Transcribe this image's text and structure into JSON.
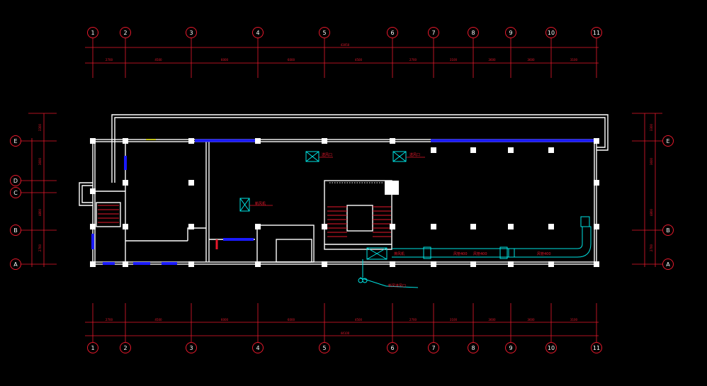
{
  "drawing": {
    "background": "#000000",
    "colors": {
      "axis_red": "#e8192c",
      "wall_white": "#ffffff",
      "window_blue": "#1a1aff",
      "equipment_cyan": "#00e5e5",
      "accent_yellow": "#e0e000"
    },
    "axes_columns": [
      "1",
      "2",
      "3",
      "4",
      "5",
      "6",
      "7",
      "8",
      "9",
      "10",
      "11"
    ],
    "axes_rows": [
      "E",
      "D",
      "C",
      "B",
      "A"
    ],
    "dims_top_total": "43050",
    "dims_top": [
      "2700",
      "4500",
      "6000",
      "6000",
      "4500",
      "2700",
      "3100",
      "3600",
      "3600",
      "3100"
    ],
    "dims_bottom_total": "44100",
    "dims_bottom": [
      "2700",
      "4500",
      "6000",
      "6000",
      "4500",
      "2700",
      "3100",
      "3600",
      "3600",
      "3100"
    ],
    "dims_left": [
      "3300",
      "3600",
      "4800",
      "2700"
    ],
    "dims_right": [
      "3300",
      "3600",
      "4800",
      "2700"
    ],
    "equipment_labels": [
      "送风口",
      "送风口",
      "新风机",
      "排风机",
      "风管400",
      "风管400",
      "风管400"
    ],
    "callout": "新风进风口"
  }
}
